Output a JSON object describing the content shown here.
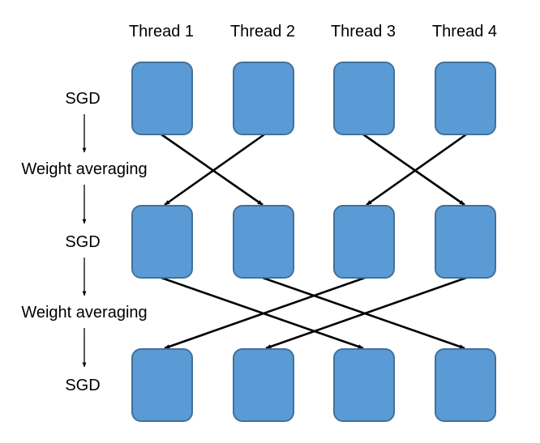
{
  "threads": [
    "Thread 1",
    "Thread 2",
    "Thread 3",
    "Thread 4"
  ],
  "steps": [
    "SGD",
    "Weight averaging",
    "SGD",
    "Weight averaging",
    "SGD"
  ],
  "colors": {
    "node_fill": "#5b9bd5",
    "node_stroke": "#41719c",
    "edge": "#000000",
    "text": "#000000"
  },
  "exchanges": [
    {
      "from_row": 1,
      "to_row": 2,
      "pairs": [
        [
          1,
          2
        ],
        [
          2,
          1
        ],
        [
          3,
          4
        ],
        [
          4,
          3
        ]
      ]
    },
    {
      "from_row": 2,
      "to_row": 3,
      "pairs": [
        [
          1,
          3
        ],
        [
          2,
          4
        ],
        [
          3,
          1
        ],
        [
          4,
          2
        ]
      ]
    }
  ],
  "row_count": 3
}
